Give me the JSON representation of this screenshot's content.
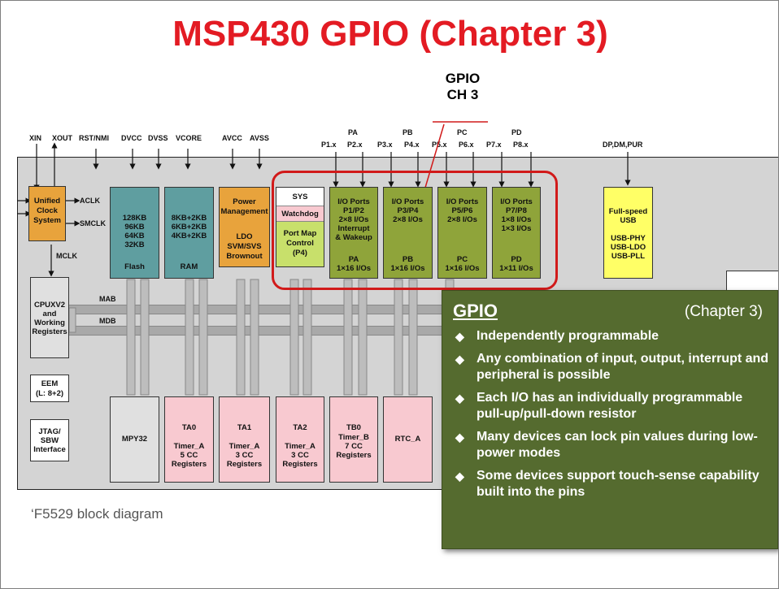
{
  "title": "MSP430 GPIO (Chapter 3)",
  "gpio_header": {
    "line1": "GPIO",
    "line2": "CH 3"
  },
  "top_pins": {
    "xin": "XIN",
    "xout": "XOUT",
    "rst": "RST/NMI",
    "dvcc": "DVCC",
    "dvss": "DVSS",
    "vcore": "VCORE",
    "avcc": "AVCC",
    "avss": "AVSS",
    "pa": "PA",
    "pb": "PB",
    "pc": "PC",
    "pd": "PD",
    "p1": "P1.x",
    "p2": "P2.x",
    "p3": "P3.x",
    "p4": "P4.x",
    "p5": "P5.x",
    "p6": "P6.x",
    "p7": "P7.x",
    "p8": "P8.x",
    "usbpins": "DP,DM,PUR"
  },
  "clock": {
    "l1": "Unified",
    "l2": "Clock",
    "l3": "System",
    "aclk": "ACLK",
    "smclk": "SMCLK",
    "mclk": "MCLK"
  },
  "flash": {
    "l1": "128KB",
    "l2": "96KB",
    "l3": "64KB",
    "l4": "32KB",
    "name": "Flash"
  },
  "ram": {
    "l1": "8KB+2KB",
    "l2": "6KB+2KB",
    "l3": "4KB+2KB",
    "name": "RAM"
  },
  "power": {
    "l1": "Power",
    "l2": "Management",
    "l3": "LDO",
    "l4": "SVM/SVS",
    "l5": "Brownout"
  },
  "sys": {
    "l1": "SYS",
    "l2": "Watchdog",
    "l3": "Port Map",
    "l4": "Control",
    "l5": "(P4)"
  },
  "ports": [
    {
      "h1": "I/O Ports",
      "h2": "P1/P2",
      "h3": "2×8 I/Os",
      "h4": "Interrupt",
      "h5": "& Wakeup",
      "f1": "PA",
      "f2": "1×16 I/Os"
    },
    {
      "h1": "I/O Ports",
      "h2": "P3/P4",
      "h3": "2×8 I/Os",
      "h4": "",
      "h5": "",
      "f1": "PB",
      "f2": "1×16 I/Os"
    },
    {
      "h1": "I/O Ports",
      "h2": "P5/P6",
      "h3": "2×8 I/Os",
      "h4": "",
      "h5": "",
      "f1": "PC",
      "f2": "1×16 I/Os"
    },
    {
      "h1": "I/O Ports",
      "h2": "P7/P8",
      "h3": "1×8 I/Os",
      "h4": "1×3 I/Os",
      "h5": "",
      "f1": "PD",
      "f2": "1×11 I/Os"
    }
  ],
  "usb": {
    "l1": "Full-speed",
    "l2": "USB",
    "l3": "USB-PHY",
    "l4": "USB-LDO",
    "l5": "USB-PLL"
  },
  "cpu": {
    "l1": "CPUXV2",
    "l2": "and",
    "l3": "Working",
    "l4": "Registers"
  },
  "buses": {
    "mab": "MAB",
    "mdb": "MDB"
  },
  "eem": {
    "l1": "EEM",
    "l2": "(L: 8+2)"
  },
  "jtag": {
    "l1": "JTAG/",
    "l2": "SBW",
    "l3": "Interface"
  },
  "bottom_blocks": [
    {
      "l1": "MPY32",
      "l2": "",
      "l3": "",
      "l4": ""
    },
    {
      "l1": "TA0",
      "l2": "Timer_A",
      "l3": "5 CC",
      "l4": "Registers"
    },
    {
      "l1": "TA1",
      "l2": "Timer_A",
      "l3": "3 CC",
      "l4": "Registers"
    },
    {
      "l1": "TA2",
      "l2": "Timer_A",
      "l3": "3 CC",
      "l4": "Registers"
    },
    {
      "l1": "TB0",
      "l2": "Timer_B",
      "l3": "7 CC",
      "l4": "Registers"
    },
    {
      "l1": "RTC_A",
      "l2": "",
      "l3": "",
      "l4": ""
    }
  ],
  "caption": "‘F5529 block diagram",
  "callout": {
    "heading": "GPIO",
    "chapter": "(Chapter 3)",
    "bullets": [
      "Independently programmable",
      "Any combination of input, output, interrupt and peripheral is possible",
      "Each I/O has an individually programmable pull-up/pull-down resistor",
      "Many devices can lock pin values during low-power modes",
      "Some devices support touch-sense capability built into the pins"
    ]
  },
  "colors": {
    "title": "#e31b23",
    "flash_ram": "#5f9ea0",
    "power": "#e8a33c",
    "sys": "#c8e06b",
    "port": "#8fa43a",
    "usb": "#ffff66",
    "timer": "#f8c9d0",
    "gray": "#e0e0e0",
    "highlight": "#d11a1a",
    "callout": "#556b2f"
  }
}
